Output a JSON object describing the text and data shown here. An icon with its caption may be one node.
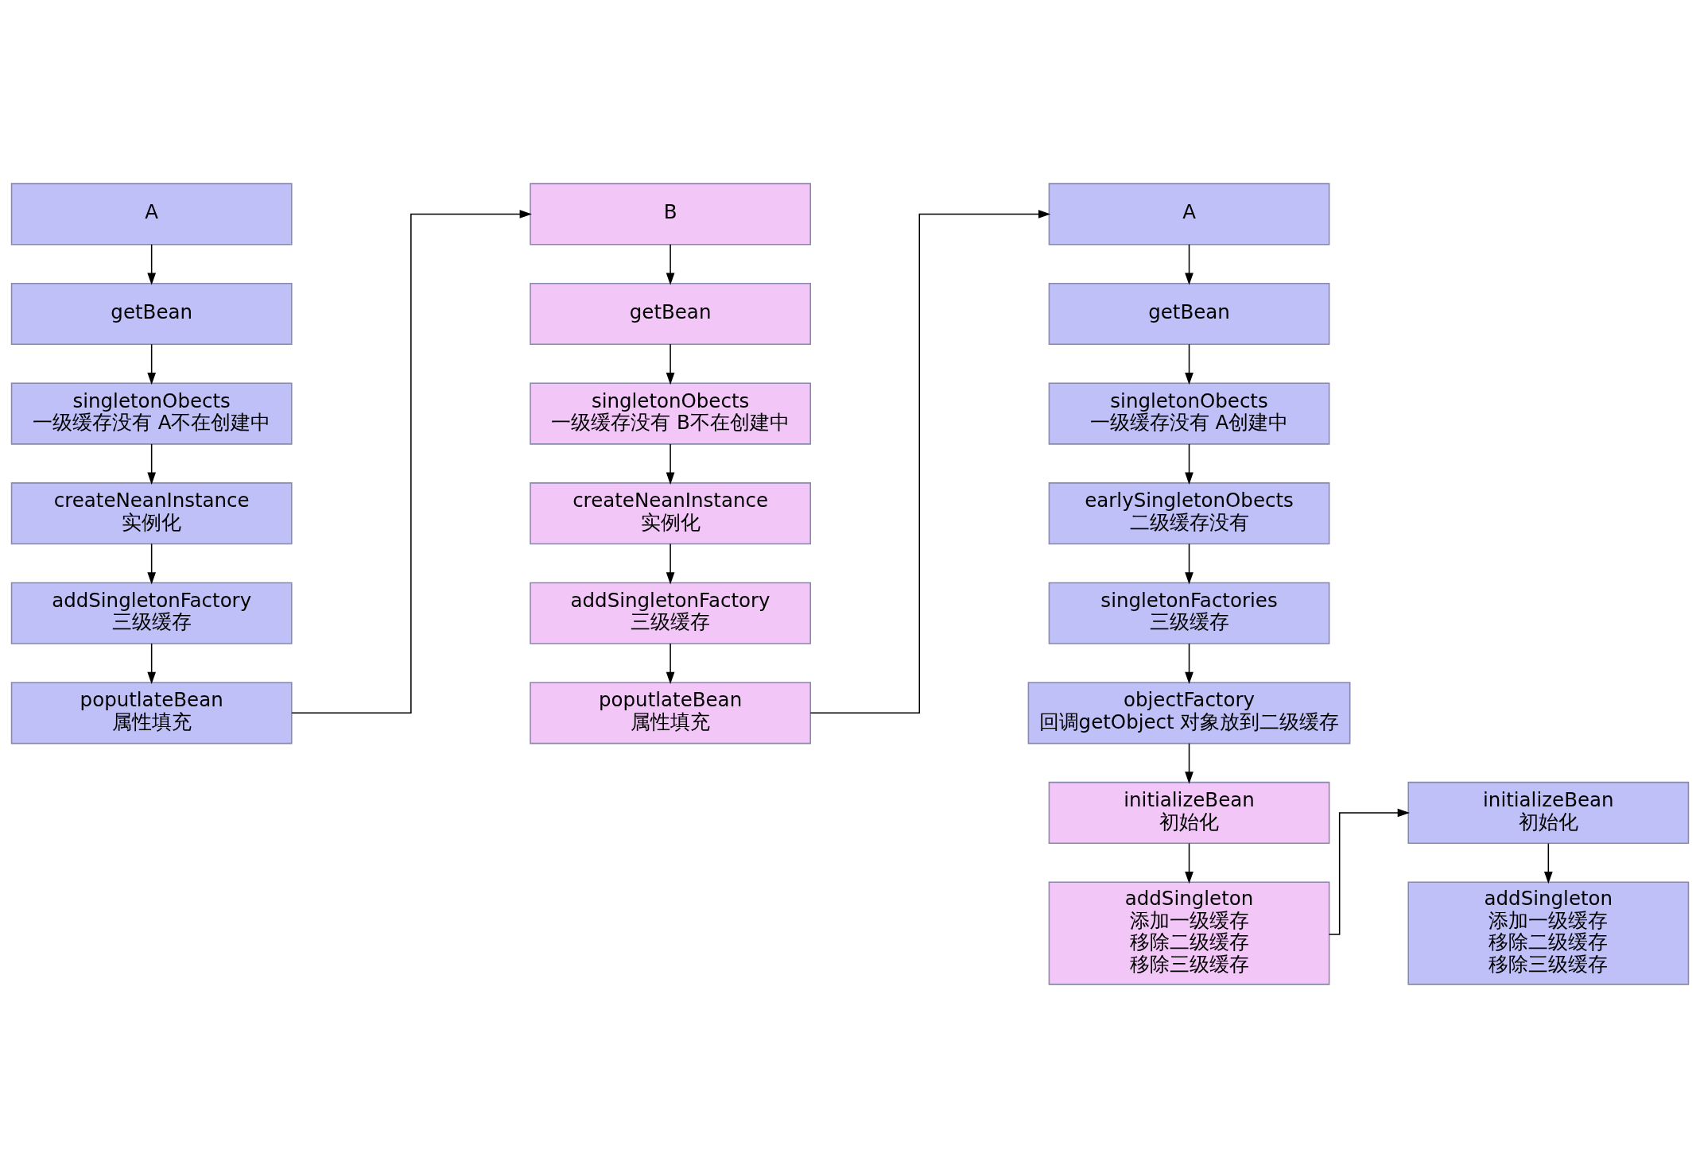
{
  "diagram": {
    "nodes": [
      {
        "text": [
          "A"
        ]
      },
      {
        "text": [
          "getBean"
        ]
      },
      {
        "text": [
          "singletonObects",
          "一级缓存没有 A不在创建中"
        ]
      },
      {
        "text": [
          "createNeanInstance",
          "实例化"
        ]
      },
      {
        "text": [
          "addSingletonFactory",
          "三级缓存"
        ]
      },
      {
        "text": [
          "poputlateBean",
          "属性填充"
        ]
      },
      {
        "text": [
          "B"
        ]
      },
      {
        "text": [
          "getBean"
        ]
      },
      {
        "text": [
          "singletonObects",
          "一级缓存没有 B不在创建中"
        ]
      },
      {
        "text": [
          "createNeanInstance",
          "实例化"
        ]
      },
      {
        "text": [
          "addSingletonFactory",
          "三级缓存"
        ]
      },
      {
        "text": [
          "poputlateBean",
          "属性填充"
        ]
      },
      {
        "text": [
          "A"
        ]
      },
      {
        "text": [
          "getBean"
        ]
      },
      {
        "text": [
          "singletonObects",
          "一级缓存没有 A创建中"
        ]
      },
      {
        "text": [
          "earlySingletonObects",
          "二级缓存没有"
        ]
      },
      {
        "text": [
          "singletonFactories",
          "三级缓存"
        ]
      },
      {
        "text": [
          "objectFactory",
          "回调getObject 对象放到二级缓存"
        ]
      },
      {
        "text": [
          "initializeBean",
          "初始化"
        ]
      },
      {
        "text": [
          "addSingleton",
          "添加一级缓存",
          "移除二级缓存",
          "移除三级缓存"
        ]
      },
      {
        "text": [
          "initializeBean",
          "初始化"
        ]
      },
      {
        "text": [
          "addSingleton",
          "添加一级缓存",
          "移除二级缓存",
          "移除三级缓存"
        ]
      }
    ],
    "edges": [
      {
        "from": 0,
        "to": 1,
        "arrow": "to"
      },
      {
        "from": 1,
        "to": 2,
        "arrow": "to"
      },
      {
        "from": 2,
        "to": 3,
        "arrow": "to"
      },
      {
        "from": 3,
        "to": 4,
        "arrow": "to"
      },
      {
        "from": 4,
        "to": 5,
        "arrow": "to"
      },
      {
        "from": 5,
        "to": 6,
        "arrow": "to"
      },
      {
        "from": 6,
        "to": 7,
        "arrow": "to"
      },
      {
        "from": 7,
        "to": 8,
        "arrow": "to"
      },
      {
        "from": 8,
        "to": 9,
        "arrow": "to"
      },
      {
        "from": 9,
        "to": 10,
        "arrow": "to"
      },
      {
        "from": 10,
        "to": 11,
        "arrow": "to"
      },
      {
        "from": 11,
        "to": 12,
        "arrow": "to"
      },
      {
        "from": 12,
        "to": 13,
        "arrow": "to"
      },
      {
        "from": 13,
        "to": 14,
        "arrow": "to"
      },
      {
        "from": 14,
        "to": 15,
        "arrow": "to"
      },
      {
        "from": 15,
        "to": 16,
        "arrow": "to"
      },
      {
        "from": 16,
        "to": 17,
        "arrow": "to"
      },
      {
        "from": 17,
        "to": 18,
        "arrow": "to"
      },
      {
        "from": 18,
        "to": 19,
        "arrow": "to"
      },
      {
        "from": 19,
        "to": 20,
        "arrow": "to"
      },
      {
        "from": 20,
        "to": 21,
        "arrow": "to"
      }
    ]
  }
}
